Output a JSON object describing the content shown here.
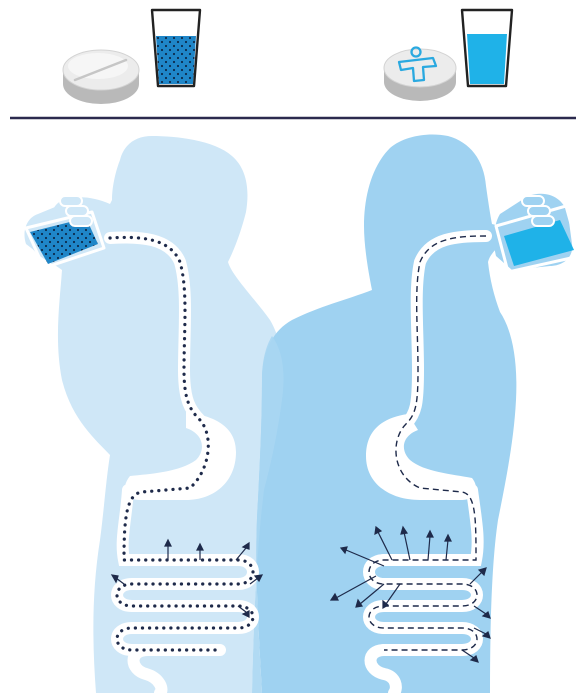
{
  "colors": {
    "background": "#ffffff",
    "divider": "#2b2a4e",
    "body_left": "#cfe7f7",
    "body_right": "#9fd2f1",
    "tract": "#ffffff",
    "dot": "#1e2a4a",
    "water_dotted": "#1a78b8",
    "water_clear": "#1fb2e8",
    "glass_outline": "#222222",
    "tablet_top": "#eeeeee",
    "tablet_side": "#b9b9b9",
    "tablet_symbol": "#2aa9e0"
  },
  "panels": [
    {
      "id": "left",
      "tablet": "plain-tablet",
      "water": "dotted-particles",
      "absorption_arrows": "few"
    },
    {
      "id": "right",
      "tablet": "tablet-with-person-symbol",
      "water": "clear-dissolved",
      "absorption_arrows": "many"
    }
  ]
}
